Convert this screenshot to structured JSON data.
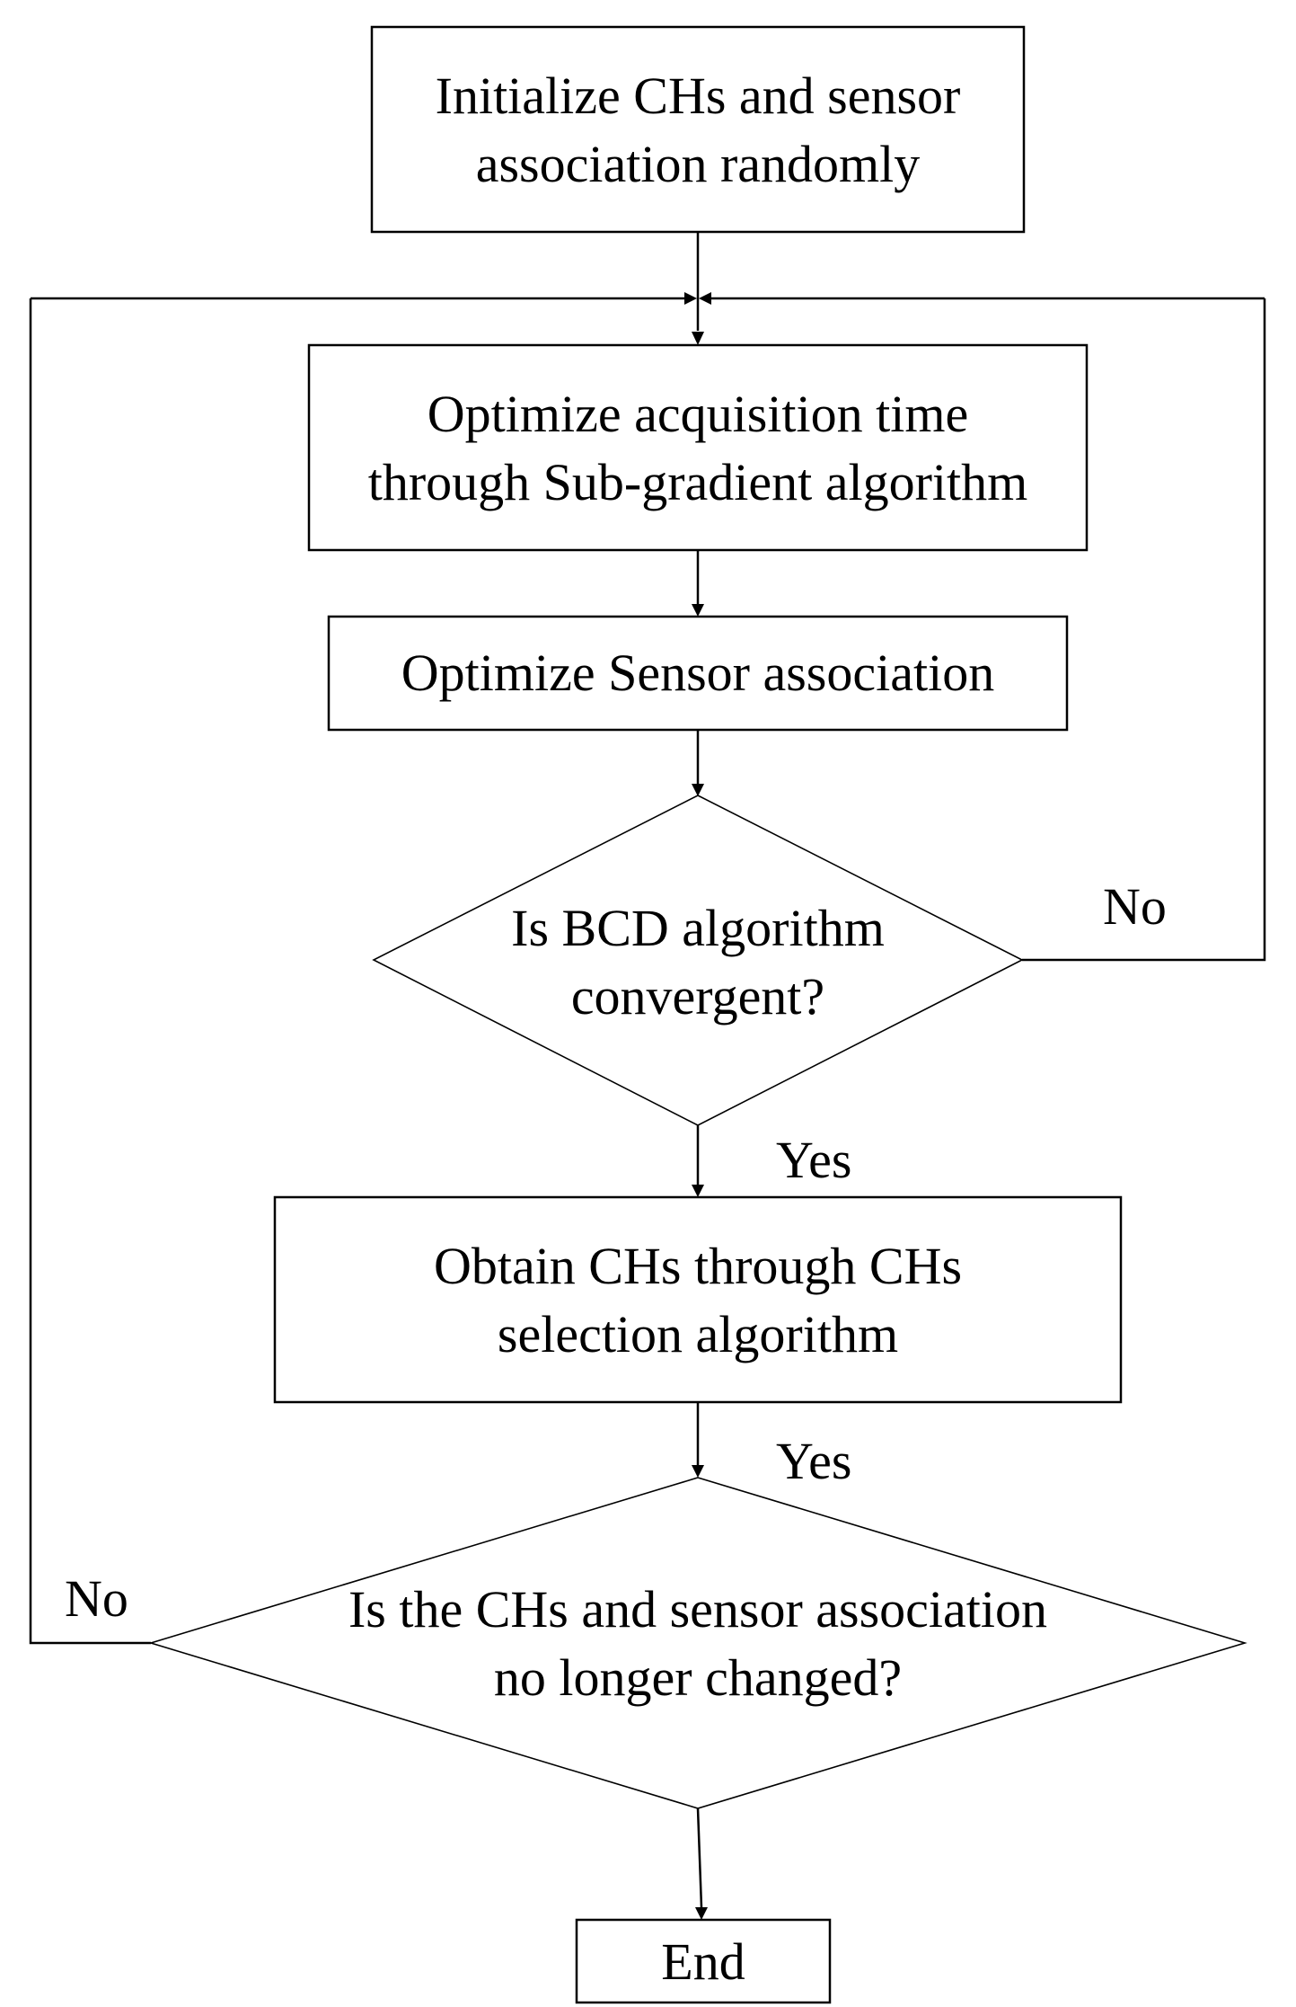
{
  "nodes": {
    "init": {
      "lines": [
        "Initialize CHs and sensor",
        "association randomly"
      ]
    },
    "optimize_time": {
      "lines": [
        "Optimize acquisition time",
        "through Sub-gradient algorithm"
      ]
    },
    "optimize_assoc": {
      "lines": [
        "Optimize Sensor association"
      ]
    },
    "bcd_check": {
      "lines": [
        "Is BCD algorithm",
        "convergent?"
      ]
    },
    "obtain_chs": {
      "lines": [
        "Obtain CHs through CHs",
        "selection algorithm"
      ]
    },
    "change_check": {
      "lines": [
        "Is the CHs and sensor association",
        "no longer changed?"
      ]
    },
    "end": {
      "lines": [
        "End"
      ]
    }
  },
  "edges": {
    "bcd_no": "No",
    "bcd_yes": "Yes",
    "obtain_yes": "Yes",
    "change_no": "No"
  }
}
